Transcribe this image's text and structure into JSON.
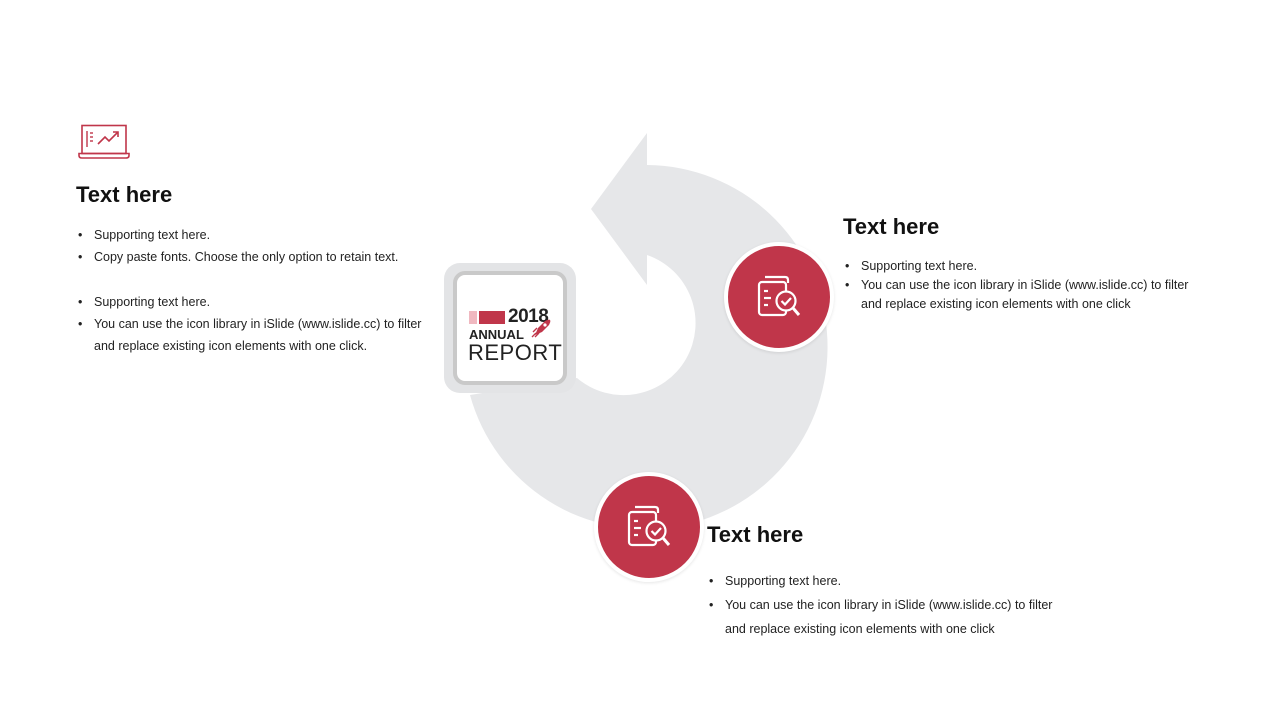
{
  "left": {
    "icon": "laptop-chart-icon",
    "heading": "Text here",
    "bullets": [
      "Supporting text here.",
      "Copy paste fonts. Choose the only option to retain text.",
      "Supporting text here.",
      "You can use the icon library in iSlide  (www.islide.cc) to filter and replace existing icon elements with one click."
    ]
  },
  "right": {
    "icon": "clipboard-search-icon",
    "heading": "Text here",
    "bullets": [
      "Supporting text here.",
      "You can use the icon library in iSlide  (www.islide.cc) to filter and replace existing icon elements with one click"
    ]
  },
  "bottom": {
    "icon": "clipboard-search-icon",
    "heading": "Text here",
    "bullets": [
      "Supporting text here.",
      "You can use the icon library in iSlide  (www.islide.cc) to filter and replace existing icon elements with one click"
    ]
  },
  "logo": {
    "year": "2018",
    "line1": "ANNUAL",
    "line2": "REPORT",
    "icon": "rocket-icon"
  },
  "colors": {
    "accent": "#c0364a",
    "arrow": "#e6e7e9",
    "text": "#111111"
  }
}
